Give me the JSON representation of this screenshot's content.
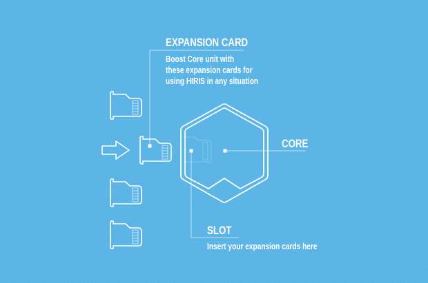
{
  "expansion_card": {
    "title": "EXPANSION CARD",
    "desc_lines": [
      "Boost Core unit with",
      "these expansion cards for",
      "using HIRIS in any situation"
    ]
  },
  "core": {
    "title": "CORE"
  },
  "slot": {
    "title": "SLOT",
    "desc": "Insert  your expansion cards here"
  },
  "colors": {
    "background": "#5ab4e5",
    "line": "#ffffff"
  },
  "icons": [
    "sd-card-icon",
    "arrow-right-icon",
    "hexagon-core-icon"
  ]
}
